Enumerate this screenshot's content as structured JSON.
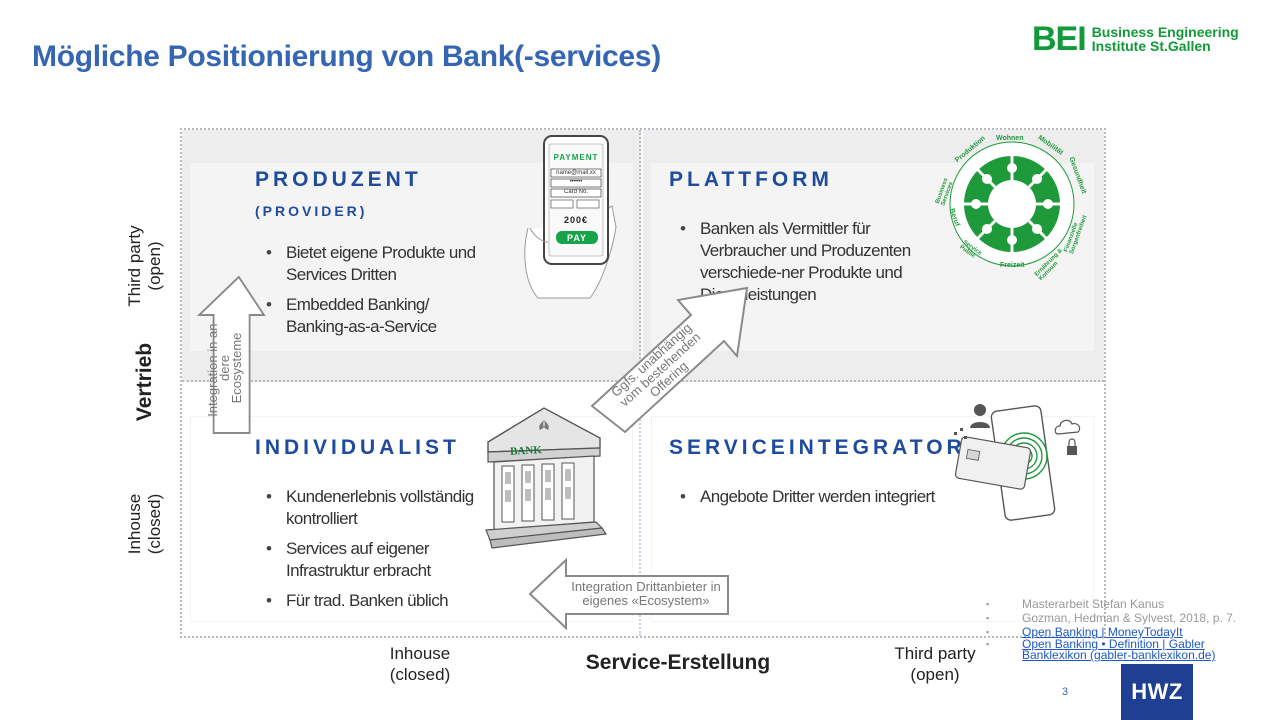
{
  "title": "Mögliche Positionierung von Bank(-services)",
  "logo": {
    "mark": "BEI",
    "line1": "Business Engineering",
    "line2": "Institute St.Gallen"
  },
  "quadrants": {
    "produzent": {
      "heading": "PRODUZENT",
      "sub": "(PROVIDER)",
      "bullets": [
        "Bietet eigene Produkte und Services Dritten",
        "Embedded Banking/ Banking-as-a-Service"
      ]
    },
    "plattform": {
      "heading": "PLATTFORM",
      "bullets": [
        "Banken als Vermittler für Verbraucher und Produzenten verschiede-ner Produkte und Dienstleistungen"
      ]
    },
    "individualist": {
      "heading": "INDIVIDUALIST",
      "bullets": [
        "Kundenerlebnis vollständig kontrolliert",
        "Services auf eigener Infrastruktur erbracht",
        "Für trad. Banken üblich"
      ]
    },
    "serviceintegrator": {
      "heading": "SERVICEINTEGRATOR",
      "bullets": [
        "Angebote Dritter werden integriert"
      ]
    }
  },
  "axes": {
    "y_top": [
      "Third party",
      "(open)"
    ],
    "y_title": "Vertrieb",
    "y_bottom": [
      "Inhouse",
      "(closed)"
    ],
    "x_left": [
      "Inhouse",
      "(closed)"
    ],
    "x_title": "Service-Erstellung",
    "x_right": [
      "Third party",
      "(open)"
    ]
  },
  "arrows": {
    "up": [
      "Integration in an-",
      "dere",
      "Ecosysteme"
    ],
    "diagonal": [
      "Ggfs. unabhängig",
      "vom bestehenden",
      "Offering"
    ],
    "left": [
      "Integration Drittanbieter in",
      "eigenes «Ecosystem»"
    ]
  },
  "phone": {
    "header": "PAYMENT",
    "field1": "name@mail.xx",
    "field2": "••••••",
    "field3": "Card No.",
    "amount": "200€",
    "pay": "PAY"
  },
  "bank_label": "BANK",
  "wheel_labels": [
    "Wohnen",
    "Mobilität",
    "Gesundheit",
    "Finanzielle Sorgenfreiheit",
    "Ernährung & Konsum",
    "Freizeit",
    "Service Public",
    "Beruf",
    "Business Services",
    "Produktion"
  ],
  "references": [
    {
      "text": "Masterarbeit Stefan Kanus",
      "link": false
    },
    {
      "text": "Gozman, Hedman & Sylvest, 2018, p. 7.",
      "link": false
    },
    {
      "text": "Open Banking | MoneyTodayIt",
      "link": true
    },
    {
      "text": "Open Banking • Definition | Gabler Banklexikon (gabler-banklexikon.de)",
      "link": true
    }
  ],
  "page_number": "3",
  "hwz": "HWZ",
  "colors": {
    "title": "#3566b3",
    "heading": "#1e4b9c",
    "logo": "#129a3a",
    "wheel": "#1f9a3a",
    "hwz": "#1f3f92"
  }
}
